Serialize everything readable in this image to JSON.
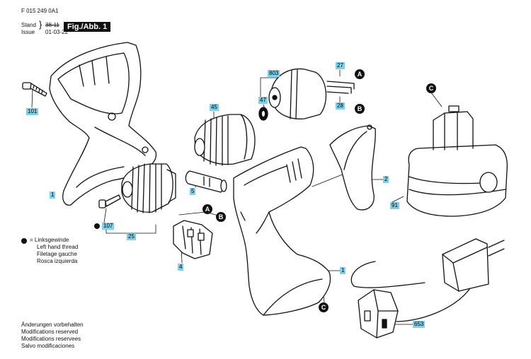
{
  "header": {
    "code": "F 015 249 0A1",
    "stand_label": "Stand",
    "issue_label": "Issue",
    "old_date": "38-11",
    "date": "01-03-22",
    "fig_label": "Fig./Abb. 1"
  },
  "legend": {
    "lines": [
      "= Linksgewinde",
      "Left hand thread",
      "Filetage gauche",
      "Rosca izquierda"
    ]
  },
  "footer": {
    "lines": [
      "Änderungen vorbehalten",
      "Modifications reserved",
      "Modifications reservees",
      "Salvo modificaciones"
    ]
  },
  "callouts": {
    "c101": "101",
    "c1_left": "1",
    "c107": "107",
    "c25": "25",
    "c45": "45",
    "c5": "5",
    "c4": "4",
    "c803": "803",
    "c47": "47",
    "c27": "27",
    "c28": "28",
    "c2": "2",
    "c1_right": "1",
    "c91": "91",
    "c653": "653"
  },
  "markers": {
    "a_top": "A",
    "b_top": "B",
    "a_switch": "A",
    "b_switch": "B",
    "c_battery": "C",
    "c_housing": "C"
  },
  "colors": {
    "callout_bg": "#7fd0ea",
    "marker_bg": "#111111",
    "line": "#111111"
  }
}
